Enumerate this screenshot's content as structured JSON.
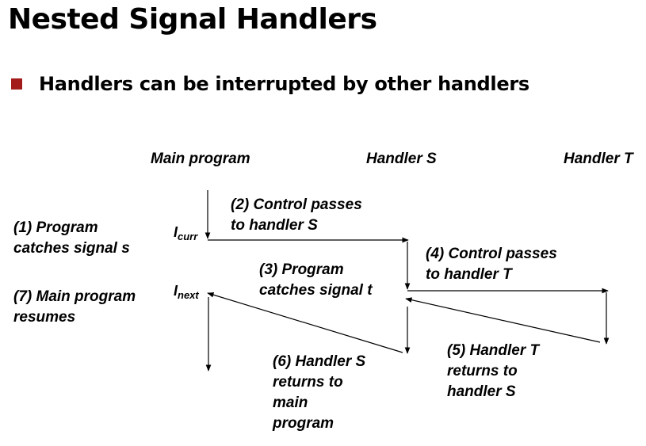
{
  "title": "Nested Signal Handlers",
  "bullet": "Handlers can be interrupted by other handlers",
  "columns": {
    "main": "Main program",
    "handler_s": "Handler S",
    "handler_t": "Handler T"
  },
  "instructions": {
    "curr_base": "I",
    "curr_sub": "curr",
    "next_base": "I",
    "next_sub": "next"
  },
  "steps": {
    "s1": [
      "(1) Program",
      "catches signal s"
    ],
    "s2": [
      "(2) Control passes",
      "to handler S"
    ],
    "s3": [
      "(3) Program",
      "catches signal t"
    ],
    "s4": [
      "(4)  Control passes",
      "to handler T"
    ],
    "s5": [
      "(5) Handler T",
      "returns to",
      "handler S"
    ],
    "s6": [
      "(6) Handler S",
      "returns to",
      "main",
      "program"
    ],
    "s7": [
      "(7) Main program",
      "resumes"
    ]
  },
  "colors": {
    "bullet": "#a31b1b",
    "text": "#000000",
    "arrow": "#000000"
  }
}
